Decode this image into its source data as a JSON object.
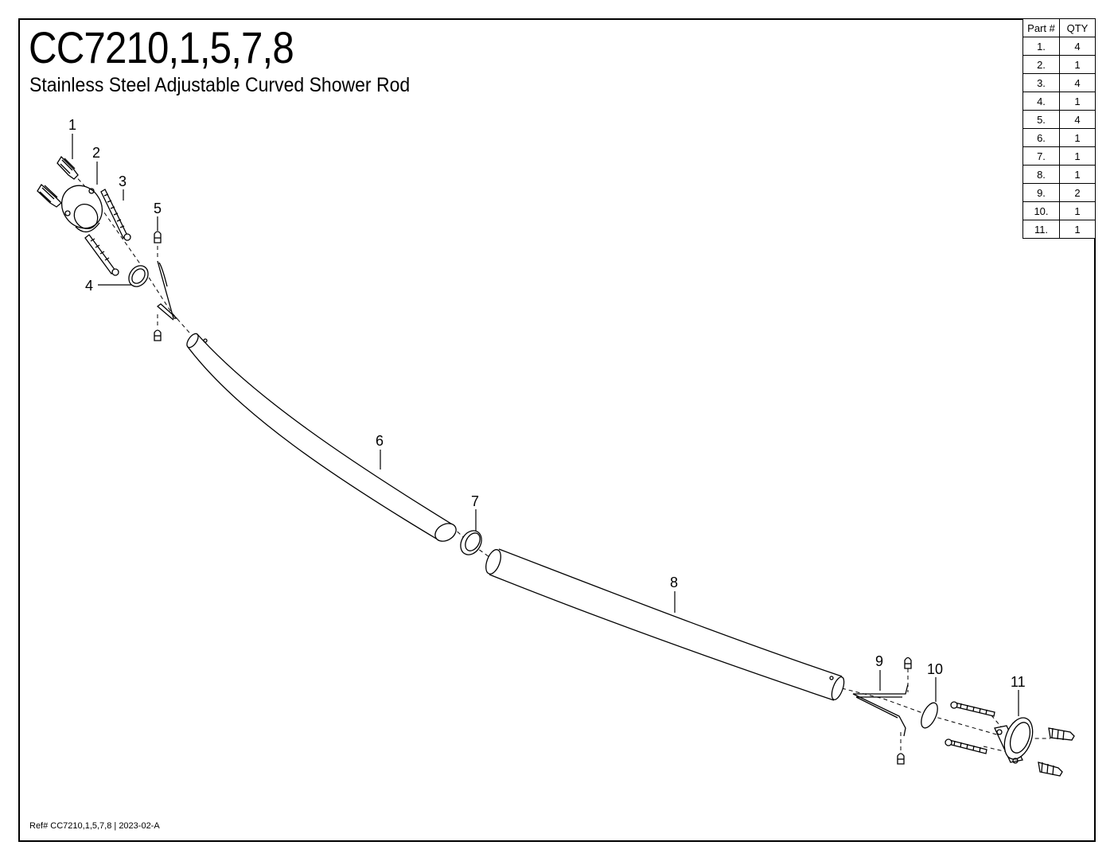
{
  "header": {
    "title": "CC7210,1,5,7,8",
    "subtitle": "Stainless Steel Adjustable Curved Shower Rod"
  },
  "footer": {
    "reference": "Ref# CC7210,1,5,7,8 | 2023-02-A"
  },
  "parts_table": {
    "col_part": "Part #",
    "col_qty": "QTY",
    "rows": [
      {
        "part": "1.",
        "qty": "4"
      },
      {
        "part": "2.",
        "qty": "1"
      },
      {
        "part": "3.",
        "qty": "4"
      },
      {
        "part": "4.",
        "qty": "1"
      },
      {
        "part": "5.",
        "qty": "4"
      },
      {
        "part": "6.",
        "qty": "1"
      },
      {
        "part": "7.",
        "qty": "1"
      },
      {
        "part": "8.",
        "qty": "1"
      },
      {
        "part": "9.",
        "qty": "2"
      },
      {
        "part": "10.",
        "qty": "1"
      },
      {
        "part": "11.",
        "qty": "1"
      }
    ]
  },
  "callouts": [
    "1",
    "2",
    "3",
    "4",
    "5",
    "6",
    "7",
    "8",
    "9",
    "10",
    "11"
  ]
}
